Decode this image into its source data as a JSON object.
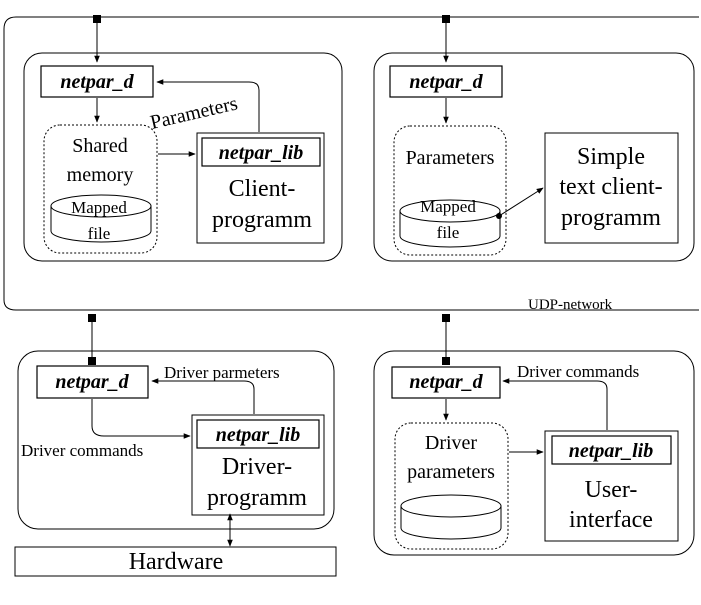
{
  "network": {
    "label": "UDP-network"
  },
  "top_left": {
    "daemon": "netpar_d",
    "edge_label": "Parameters",
    "memory_line1": "Shared",
    "memory_line2": "memory",
    "file_line1": "Mapped",
    "file_line2": "file",
    "lib": "netpar_lib",
    "client_line1": "Client-",
    "client_line2": "programm"
  },
  "top_right": {
    "daemon": "netpar_d",
    "store_label": "Parameters",
    "file_line1": "Mapped",
    "file_line2": "file",
    "client_line1": "Simple",
    "client_line2": "text client-",
    "client_line3": "programm"
  },
  "bottom_left": {
    "daemon": "netpar_d",
    "edge_params": "Driver parmeters",
    "edge_commands": "Driver commands",
    "lib": "netpar_lib",
    "driver_line1": "Driver-",
    "driver_line2": "programm"
  },
  "bottom_right": {
    "daemon": "netpar_d",
    "edge_commands": "Driver commands",
    "store_line1": "Driver",
    "store_line2": "parameters",
    "lib": "netpar_lib",
    "ui_line1": "User-",
    "ui_line2": "interface"
  },
  "hardware": {
    "label": "Hardware"
  }
}
